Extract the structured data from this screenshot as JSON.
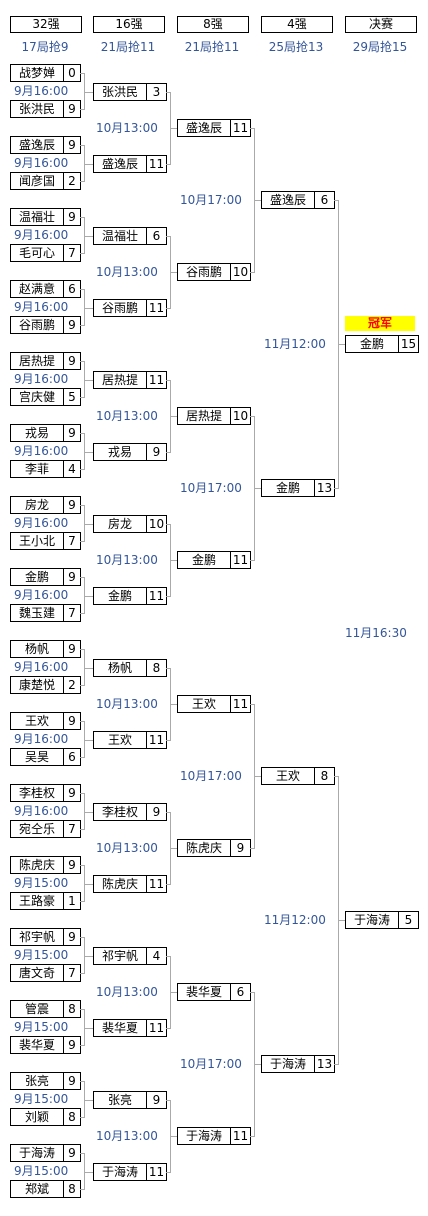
{
  "headers": [
    {
      "round": "32强",
      "info": "17局抢9"
    },
    {
      "round": "16强",
      "info": "21局抢11"
    },
    {
      "round": "8强",
      "info": "21局抢11"
    },
    {
      "round": "4强",
      "info": "25局抢13"
    },
    {
      "round": "决赛",
      "info": "29局抢15"
    }
  ],
  "r32": [
    {
      "a": {
        "name": "战梦婵",
        "score": "0"
      },
      "b": {
        "name": "张洪民",
        "score": "9"
      },
      "time": "9月16:00"
    },
    {
      "a": {
        "name": "盛逸辰",
        "score": "9"
      },
      "b": {
        "name": "闻彦国",
        "score": "2"
      },
      "time": "9月16:00"
    },
    {
      "a": {
        "name": "温福壮",
        "score": "9"
      },
      "b": {
        "name": "毛可心",
        "score": "7"
      },
      "time": "9月16:00"
    },
    {
      "a": {
        "name": "赵满意",
        "score": "6"
      },
      "b": {
        "name": "谷雨鹏",
        "score": "9"
      },
      "time": "9月16:00"
    },
    {
      "a": {
        "name": "居热提",
        "score": "9"
      },
      "b": {
        "name": "宫庆健",
        "score": "5"
      },
      "time": "9月16:00"
    },
    {
      "a": {
        "name": "戎易",
        "score": "9"
      },
      "b": {
        "name": "李菲",
        "score": "4"
      },
      "time": "9月16:00"
    },
    {
      "a": {
        "name": "房龙",
        "score": "9"
      },
      "b": {
        "name": "王小北",
        "score": "7"
      },
      "time": "9月16:00"
    },
    {
      "a": {
        "name": "金鹏",
        "score": "9"
      },
      "b": {
        "name": "魏玉建",
        "score": "7"
      },
      "time": "9月16:00"
    },
    {
      "a": {
        "name": "杨帆",
        "score": "9"
      },
      "b": {
        "name": "康楚悦",
        "score": "2"
      },
      "time": "9月16:00"
    },
    {
      "a": {
        "name": "王欢",
        "score": "9"
      },
      "b": {
        "name": "吴昊",
        "score": "6"
      },
      "time": "9月16:00"
    },
    {
      "a": {
        "name": "李桂权",
        "score": "9"
      },
      "b": {
        "name": "宛仝乐",
        "score": "7"
      },
      "time": "9月16:00"
    },
    {
      "a": {
        "name": "陈虎庆",
        "score": "9"
      },
      "b": {
        "name": "王路豪",
        "score": "1"
      },
      "time": "9月15:00"
    },
    {
      "a": {
        "name": "祁宇帆",
        "score": "9"
      },
      "b": {
        "name": "唐文奇",
        "score": "7"
      },
      "time": "9月15:00"
    },
    {
      "a": {
        "name": "管震",
        "score": "8"
      },
      "b": {
        "name": "裴华夏",
        "score": "9"
      },
      "time": "9月15:00"
    },
    {
      "a": {
        "name": "张亮",
        "score": "9"
      },
      "b": {
        "name": "刘颖",
        "score": "8"
      },
      "time": "9月15:00"
    },
    {
      "a": {
        "name": "于海涛",
        "score": "9"
      },
      "b": {
        "name": "郑斌",
        "score": "8"
      },
      "time": "9月15:00"
    }
  ],
  "r16": [
    {
      "name": "张洪民",
      "score": "3"
    },
    {
      "name": "盛逸辰",
      "score": "11"
    },
    {
      "name": "温福壮",
      "score": "6"
    },
    {
      "name": "谷雨鹏",
      "score": "11"
    },
    {
      "name": "居热提",
      "score": "11"
    },
    {
      "name": "戎易",
      "score": "9"
    },
    {
      "name": "房龙",
      "score": "10"
    },
    {
      "name": "金鹏",
      "score": "11"
    },
    {
      "name": "杨帆",
      "score": "8"
    },
    {
      "name": "王欢",
      "score": "11"
    },
    {
      "name": "李桂权",
      "score": "9"
    },
    {
      "name": "陈虎庆",
      "score": "11"
    },
    {
      "name": "祁宇帆",
      "score": "4"
    },
    {
      "name": "裴华夏",
      "score": "11"
    },
    {
      "name": "张亮",
      "score": "9"
    },
    {
      "name": "于海涛",
      "score": "11"
    }
  ],
  "r16_times": [
    "10月13:00",
    "10月13:00",
    "10月13:00",
    "10月13:00",
    "10月13:00",
    "10月13:00",
    "10月13:00",
    "10月13:00"
  ],
  "r8": [
    {
      "name": "盛逸辰",
      "score": "11"
    },
    {
      "name": "谷雨鹏",
      "score": "10"
    },
    {
      "name": "居热提",
      "score": "10"
    },
    {
      "name": "金鹏",
      "score": "11"
    },
    {
      "name": "王欢",
      "score": "11"
    },
    {
      "name": "陈虎庆",
      "score": "9"
    },
    {
      "name": "裴华夏",
      "score": "6"
    },
    {
      "name": "于海涛",
      "score": "11"
    }
  ],
  "r8_times": [
    "10月17:00",
    "10月17:00",
    "10月17:00",
    "10月17:00"
  ],
  "r4": [
    {
      "name": "盛逸辰",
      "score": "6"
    },
    {
      "name": "金鹏",
      "score": "13"
    },
    {
      "name": "王欢",
      "score": "8"
    },
    {
      "name": "于海涛",
      "score": "13"
    }
  ],
  "r4_times": [
    "11月12:00",
    "11月12:00"
  ],
  "final": [
    {
      "name": "金鹏",
      "score": "15"
    },
    {
      "name": "于海涛",
      "score": "5"
    }
  ],
  "final_time": "11月16:30",
  "champion_label": "冠军"
}
